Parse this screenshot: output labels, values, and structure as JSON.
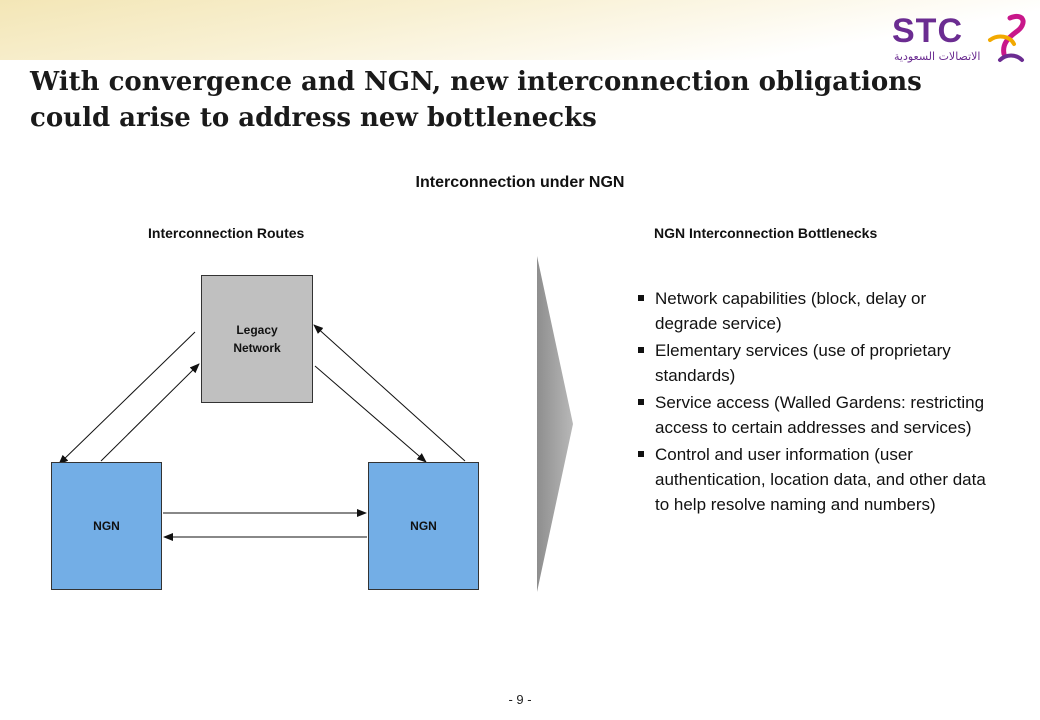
{
  "header": {
    "logo_text": "STC",
    "logo_subtext": "الاتصالات السعودية",
    "title": "With convergence and NGN, new interconnection obligations could arise to address new bottlenecks"
  },
  "diagram": {
    "title": "Interconnection under NGN",
    "left_heading": "Interconnection Routes",
    "right_heading": "NGN  Interconnection Bottlenecks",
    "nodes": {
      "legacy": "Legacy\nNetwork",
      "ngn_left": "NGN",
      "ngn_right": "NGN"
    },
    "bullets": [
      "Network capabilities (block, delay or degrade service)",
      "Elementary services (use of proprietary standards)",
      "Service access (Walled Gardens: restricting access to certain addresses and services)",
      "Control and user information (user authentication, location data, and other data to help resolve naming and numbers)"
    ]
  },
  "colors": {
    "legacy_fill": "#c0c0c0",
    "ngn_fill": "#73aee6",
    "chevron_fill": "#a6a6a6",
    "brand": "#6b2c91"
  },
  "footer": {
    "page_number": "- 9 -"
  }
}
